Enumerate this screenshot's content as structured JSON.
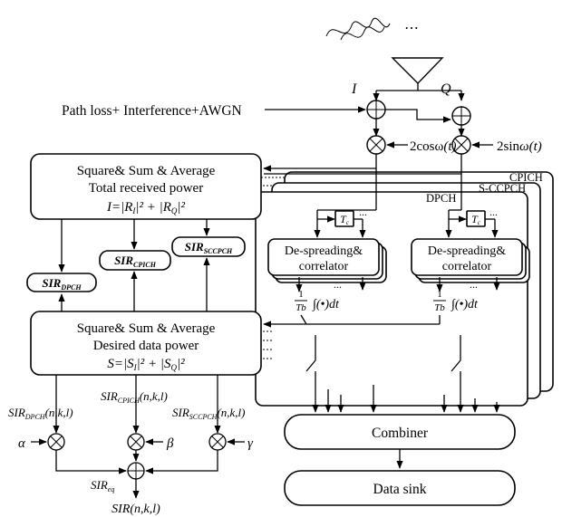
{
  "input_label": "Path loss+ Interference+AWGN",
  "i_label": "I",
  "q_label": "Q",
  "mix_i": "2cosω",
  "mix_i_t": "(t)",
  "mix_q": "2sin",
  "mix_q_w": "ω",
  "mix_q_t": "(t)",
  "channels": {
    "cpich": "CPICH",
    "sccpch": "S-CCPCH",
    "dpch": "DPCH"
  },
  "total_power": {
    "line1": "Square& Sum & Average",
    "line2": "Total received power",
    "formula": "I=|R",
    "f_i": "I",
    "f_mid": "|² + |R",
    "f_q": "Q",
    "f_end": "|²"
  },
  "sir": {
    "base": "SIR",
    "dpch": "DPCH",
    "cpich": "CPICH",
    "sccpch": "SCCPCH",
    "eq": "eq",
    "args": "(n,k,l)"
  },
  "desired_power": {
    "line1": "Square& Sum & Average",
    "line2": "Desired data power",
    "formula": "S=|S",
    "f_i": "I",
    "f_mid": "|² + |S",
    "f_q": "Q",
    "f_end": "|²"
  },
  "tc": "T",
  "tc_sub": "c",
  "ellipsis": "...",
  "despread": {
    "line1": "De-spreading&",
    "line2": "correlator"
  },
  "integrator": {
    "num": "1",
    "den": "Tb",
    "expr": "∫(•)dt"
  },
  "weights": {
    "alpha": "α",
    "beta": "β",
    "gamma": "γ"
  },
  "output": "SIR(n,k,l)",
  "combiner": "Combiner",
  "data_sink": "Data sink"
}
